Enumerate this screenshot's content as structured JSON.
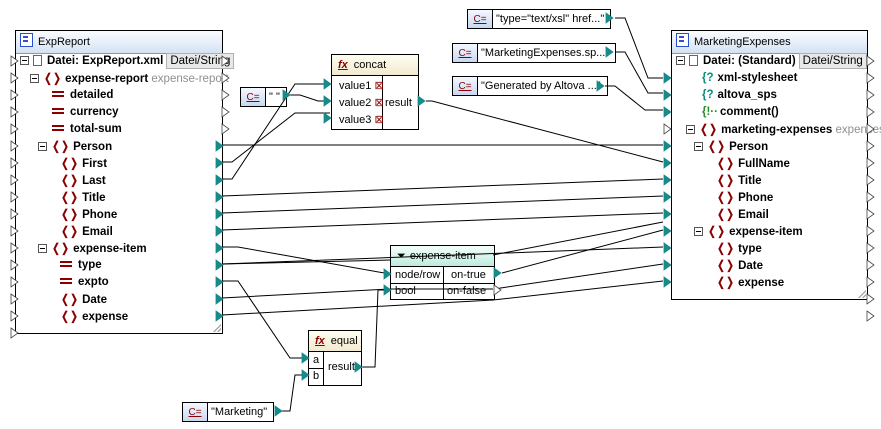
{
  "source": {
    "title": "ExpReport",
    "file_label": "Datei: ExpReport.xml",
    "file_button": "Datei/String",
    "root": {
      "name": "expense-report",
      "hint": "expense-report"
    },
    "attributes": [
      "detailed",
      "currency",
      "total-sum"
    ],
    "person": {
      "name": "Person",
      "children": [
        "First",
        "Last",
        "Title",
        "Phone",
        "Email"
      ]
    },
    "expense_item": {
      "name": "expense-item",
      "attributes": [
        "type",
        "expto"
      ],
      "children": [
        "Date",
        "expense"
      ]
    }
  },
  "target": {
    "title": "MarketingExpenses",
    "file_label": "Datei: (Standard)",
    "file_button": "Datei/String",
    "processing_instructions": [
      "xml-stylesheet",
      "altova_sps"
    ],
    "comment": "comment()",
    "root": {
      "name": "marketing-expenses",
      "hint": "expenses"
    },
    "person": {
      "name": "Person",
      "children": [
        "FullName",
        "Title",
        "Phone",
        "Email"
      ]
    },
    "expense_item": {
      "name": "expense-item",
      "children": [
        "type",
        "Date",
        "expense"
      ]
    }
  },
  "constants": {
    "space": "\" \"",
    "stylesheet": "\"type=\"text/xsl\" href...\"",
    "sps": "\"MarketingExpenses.sp...\"",
    "comment": "\"Generated by Altova ...\"",
    "marketing": "\"Marketing\"",
    "icon_label": "C="
  },
  "functions": {
    "concat": {
      "name": "concat",
      "inputs": [
        "value1",
        "value2",
        "value3"
      ],
      "output": "result"
    },
    "equal": {
      "name": "equal",
      "inputs": [
        "a",
        "b"
      ],
      "output": "result"
    },
    "filter": {
      "name": "expense-item",
      "inputs": [
        "node/row",
        "bool"
      ],
      "outputs": [
        "on-true",
        "on-false"
      ]
    }
  },
  "colors": {
    "pin": "#178a8a",
    "element": "#8b0000",
    "pi": "#0b8a7a"
  }
}
